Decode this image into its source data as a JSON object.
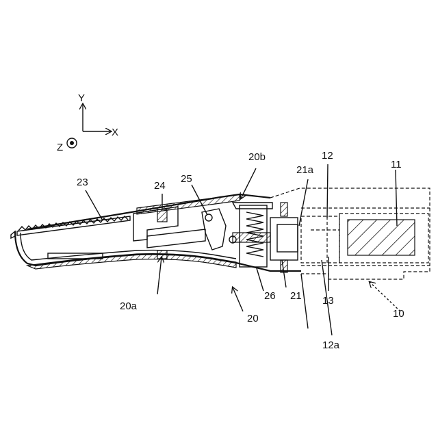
{
  "axes": {
    "y_label": "Y",
    "x_label": "X",
    "z_label": "Z"
  },
  "labels": {
    "l11": "11",
    "l12": "12",
    "l12a": "12a",
    "l13": "13",
    "l10": "10",
    "l20": "20",
    "l20a": "20a",
    "l20b": "20b",
    "l21": "21",
    "l21a": "21a",
    "l23": "23",
    "l24": "24",
    "l25": "25",
    "l26": "26"
  }
}
